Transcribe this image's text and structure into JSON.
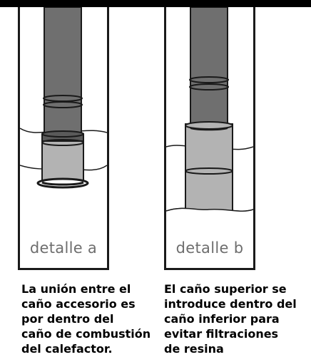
{
  "panels": [
    {
      "label": "detalle a"
    },
    {
      "label": "detalle b"
    }
  ],
  "captions": {
    "a": [
      "La unión entre el",
      "caño accesorio es",
      "por dentro del",
      "caño de combustión",
      "del calefactor."
    ],
    "b": [
      "El caño superior se",
      "introduce dentro del",
      "caño inferior para",
      "evitar filtraciones",
      "de resina"
    ]
  },
  "colors": {
    "pipe_dark": "#6f6f6f",
    "pipe_light": "#b3b3b3",
    "outline": "#1a1a1a",
    "label_gray": "#6e6e6e"
  }
}
